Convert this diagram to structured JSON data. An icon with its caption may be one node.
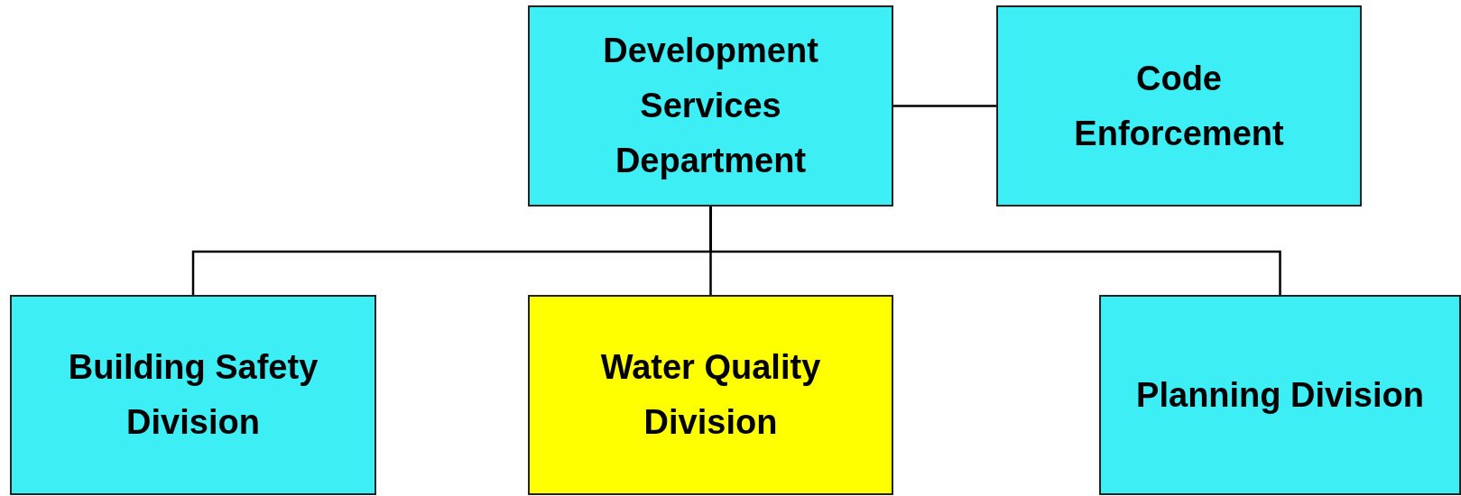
{
  "diagram": {
    "nodes": [
      {
        "text": [
          "Development Services Department"
        ]
      },
      {
        "text": [
          "Code Enforcement"
        ]
      },
      {
        "text": [
          "Building Safety Division"
        ]
      },
      {
        "text": [
          "Water Quality Division"
        ]
      },
      {
        "text": [
          "Planning Division"
        ]
      }
    ],
    "edges": [
      {
        "from": 0,
        "to": 1,
        "arrow": "none"
      },
      {
        "from": 0,
        "to": 2,
        "arrow": "none"
      },
      {
        "from": 0,
        "to": 3,
        "arrow": "none"
      },
      {
        "from": 0,
        "to": 4,
        "arrow": "none"
      }
    ]
  }
}
